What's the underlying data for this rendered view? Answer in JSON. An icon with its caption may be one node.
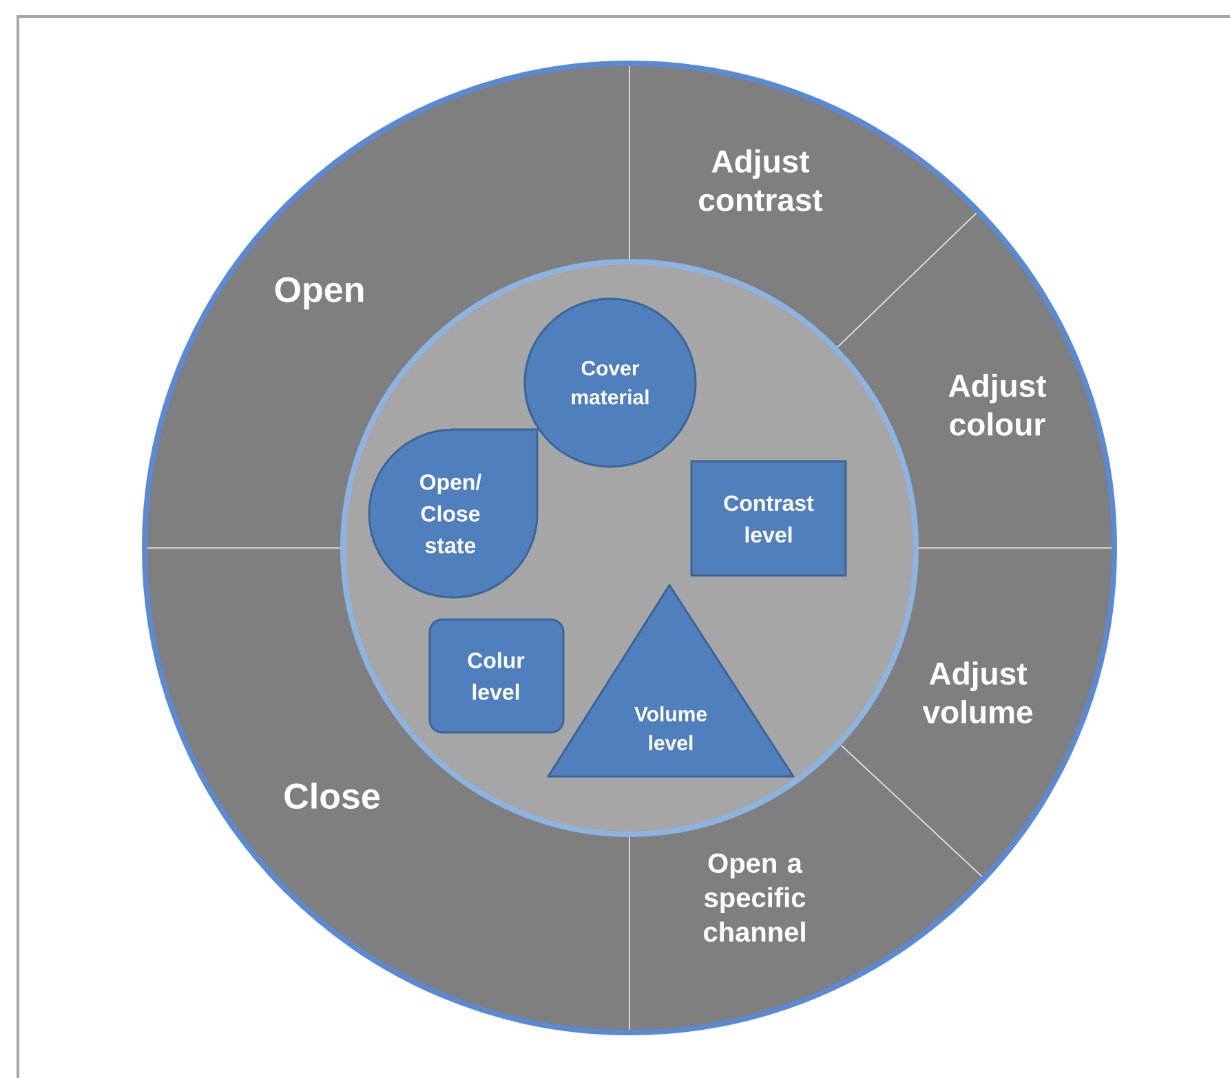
{
  "diagram": {
    "nodes": [
      {
        "text": [
          "Open"
        ]
      },
      {
        "text": [
          "Adjust contrast"
        ]
      },
      {
        "text": [
          "Adjust colour"
        ]
      },
      {
        "text": [
          "Adjust volume"
        ]
      },
      {
        "text": [
          "Open a specific channel"
        ]
      },
      {
        "text": [
          "Close"
        ]
      },
      {
        "text": [],
        "shape": "circle"
      },
      {
        "text": [
          "Cover material"
        ],
        "in": 6
      },
      {
        "text": [
          "Open/ Close state"
        ],
        "in": 6
      },
      {
        "text": [
          "Contrast level"
        ],
        "in": 6
      },
      {
        "text": [
          "Colur level"
        ],
        "in": 6
      },
      {
        "text": [
          "Volume level"
        ],
        "in": 6
      }
    ]
  }
}
